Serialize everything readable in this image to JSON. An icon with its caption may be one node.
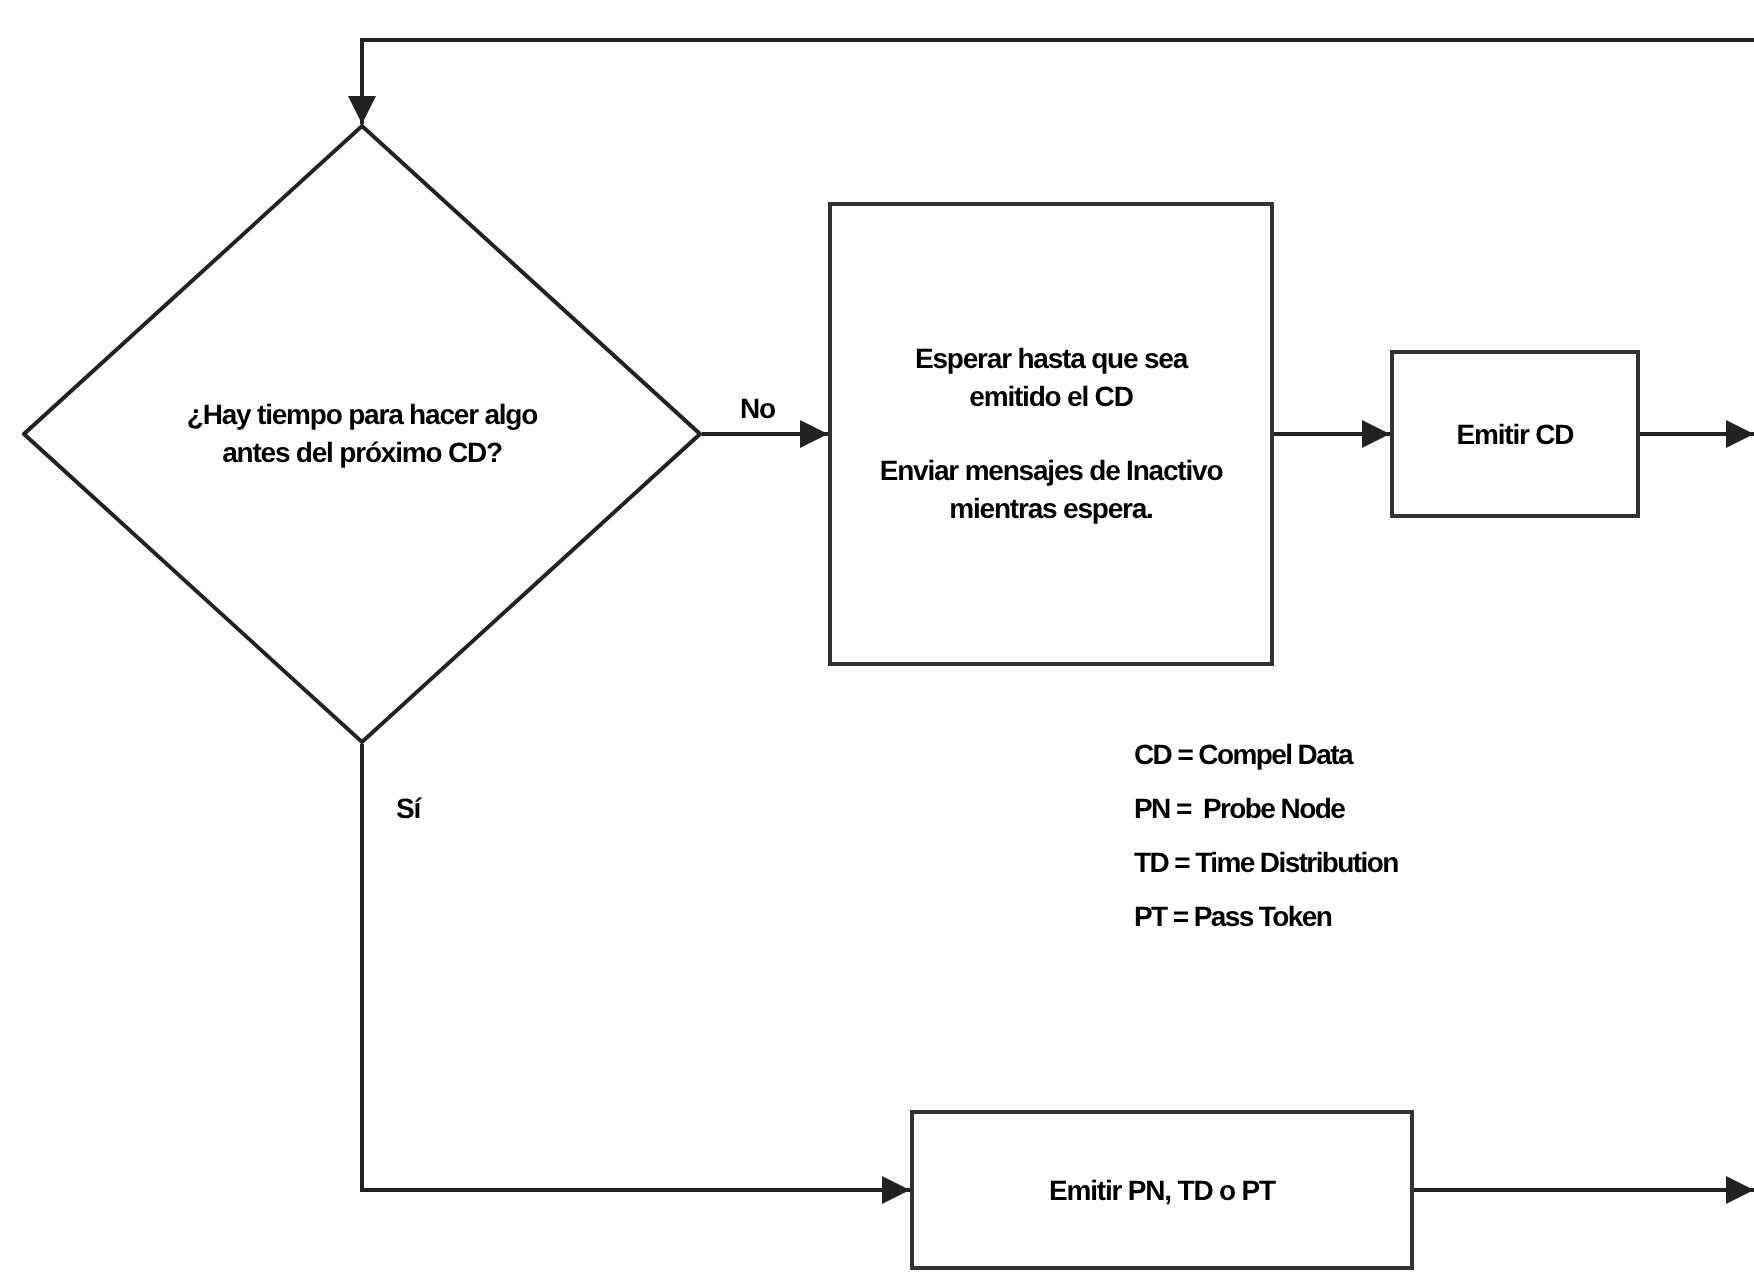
{
  "diagram": {
    "nodes": [
      {
        "text": [
          "¿Hay tiempo para hacer algo antes del próximo CD?"
        ]
      },
      {
        "text": [
          "Esperar hasta que sea emitido el CD",
          "Enviar mensajes de Inactivo mientras espera."
        ]
      },
      {
        "text": [
          "Emitir CD"
        ]
      },
      {
        "text": [
          "Emitir PN, TD o PT"
        ]
      }
    ],
    "edges": [
      {
        "from": null,
        "to": 0,
        "arrow": "to"
      },
      {
        "from": 0,
        "to": 1,
        "arrow": "to",
        "label": "No"
      },
      {
        "from": 1,
        "to": 2,
        "arrow": "to"
      },
      {
        "from": 2,
        "to": null,
        "arrow": "to"
      },
      {
        "from": 0,
        "to": 3,
        "arrow": "to",
        "label": "Sí"
      },
      {
        "from": 3,
        "to": null,
        "arrow": "to"
      }
    ],
    "labels": [
      "CD = Compel Data",
      "PN =  Probe Node",
      "TD = Time Distribution",
      "PT = Pass Token"
    ]
  }
}
